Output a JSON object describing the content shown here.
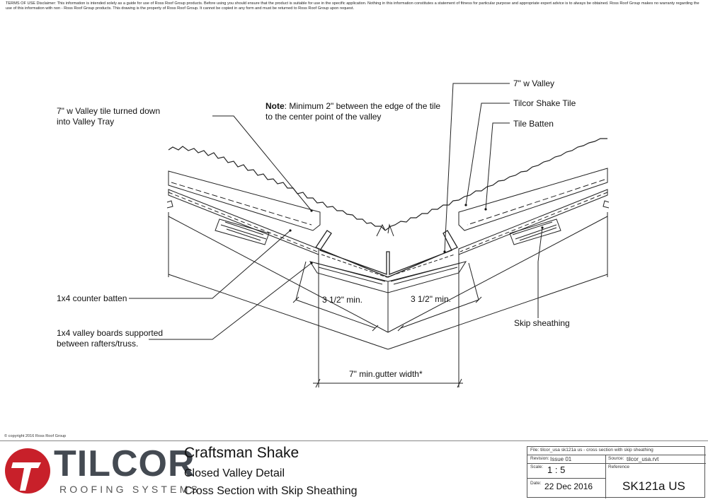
{
  "disclaimer": "TERMS OF USE Disclaimer: This information is intended solely as a guide for use of Ross Roof Group products. Before using you should ensure that the product is suitable for use in the specific application. Nothing in this information constitutes a statement of fitness for particular purpose and appropriate expert advice is to always be obtained. Ross Roof Group makes no warranty regarding the use of this information with non - Ross Roof Group products. This drawing is the property of Ross Roof Group. It cannot be copied in any form and must be returned to Ross Roof Group upon request.",
  "labels": {
    "valley_tile": [
      "7\" w Valley tile turned down",
      "into Valley Tray"
    ],
    "note_prefix": "Note",
    "note_line1": ": Minimum 2\" between the edge of the tile",
    "note_line2": "to the center point of the valley",
    "valley_7w": "7\" w Valley",
    "shake_tile": "Tilcor Shake Tile",
    "tile_batten": "Tile Batten",
    "counter_batten": "1x4 counter batten",
    "valley_boards": [
      "1x4 valley boards supported",
      "between rafters/truss."
    ],
    "skip_sheathing": "Skip sheathing",
    "dim_left": "3 1/2\" min.",
    "dim_right": "3 1/2\" min.",
    "gutter_width": "7\" min.gutter width*"
  },
  "copyright": "© copyright 2016 Ross Roof Group",
  "logo": {
    "brand": "TILCOR",
    "subtitle": "ROOFING SYSTEMS",
    "brand_color": "#c8202a"
  },
  "titles": {
    "main": "Craftsman Shake",
    "sub1": "Closed Valley Detail",
    "sub2": "Cross Section with Skip Sheathing"
  },
  "titleblock": {
    "file": "File: tilcor_usa sk121a us - cross section with skip sheathing",
    "revision_label": "Revision:",
    "revision": "Issue 01",
    "source_label": "Source:",
    "source": "tilcor_usa.rvt",
    "scale_label": "Scale:",
    "scale": "1 : 5",
    "reference_label": "Reference",
    "date_label": "Date:",
    "date": "22 Dec 2016",
    "reference": "SK121a US"
  }
}
